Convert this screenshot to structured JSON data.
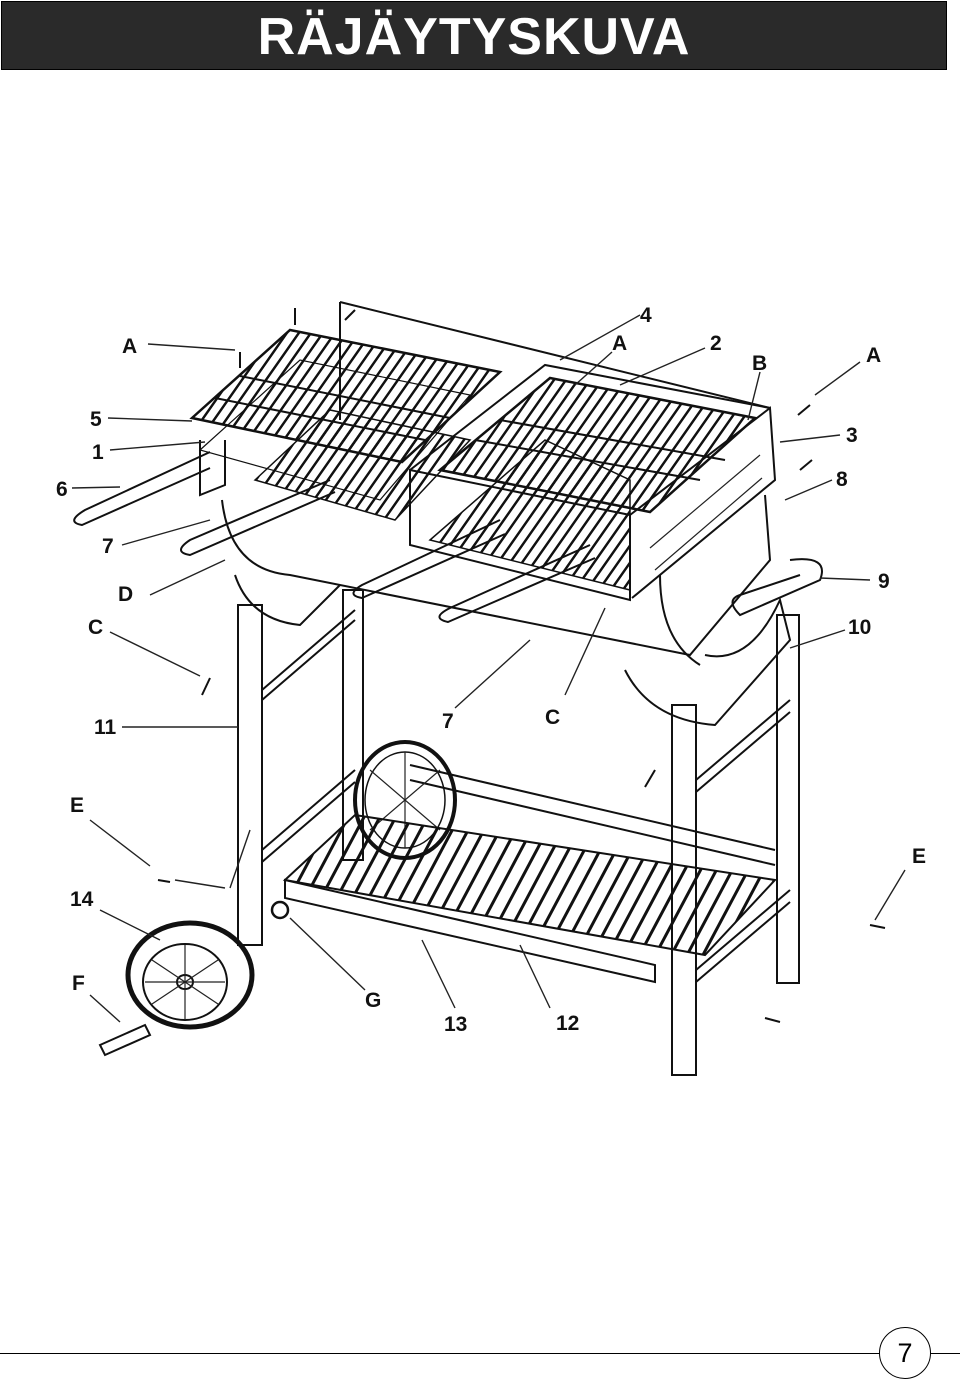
{
  "header": {
    "title": "RÄJÄYTYSKUVA"
  },
  "diagram": {
    "labels": {
      "A1": "A",
      "A2": "A",
      "A3": "A",
      "B": "B",
      "C1": "C",
      "C2": "C",
      "D": "D",
      "E1": "E",
      "E2": "E",
      "F": "F",
      "G": "G",
      "n1": "1",
      "n2": "2",
      "n3": "3",
      "n4": "4",
      "n5": "5",
      "n6": "6",
      "n7a": "7",
      "n7b": "7",
      "n8": "8",
      "n9": "9",
      "n10": "10",
      "n11": "11",
      "n12": "12",
      "n13": "13",
      "n14": "14"
    }
  },
  "footer": {
    "page_number": "7"
  }
}
